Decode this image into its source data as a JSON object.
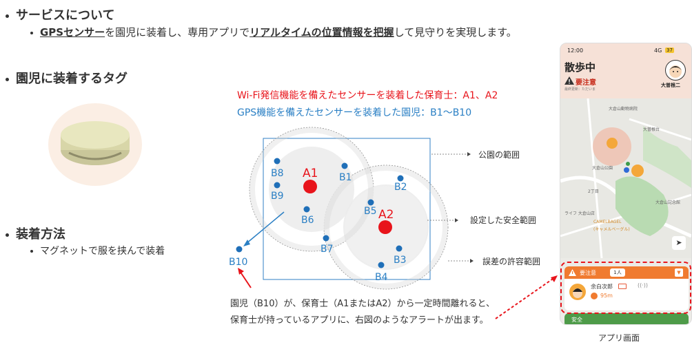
{
  "sections": {
    "service_title": "サービスについて",
    "service_desc": {
      "part1": "GPSセンサー",
      "part2": "を園児に装着し、専用アプリで",
      "part3": "リアルタイムの位置情報を把握",
      "part4": "して見守りを実現します。"
    },
    "tag_title": "園児に装着するタグ",
    "method_title": "装着方法",
    "method_desc": "マグネットで服を挟んで装着"
  },
  "diagram": {
    "legend_red": "Wi-Fi発信機能を備えたセンサーを装着した保育士：A1、A2",
    "legend_blue": "GPS機能を備えたセンサーを装着した園児：B1～B10",
    "callout_park": "公園の範囲",
    "callout_safe": "設定した安全範囲",
    "callout_error": "誤差の許容範囲",
    "teachers": [
      "A1",
      "A2"
    ],
    "children": [
      "B1",
      "B2",
      "B3",
      "B4",
      "B5",
      "B6",
      "B7",
      "B8",
      "B9",
      "B10"
    ],
    "caption_line1": "園児（B10）が、保育士（A1またはA2）から一定時間離れると、",
    "caption_line2": "保育士が持っているアプリに、右図のようなアラートが出ます。",
    "colors": {
      "red": "#e8141b",
      "blue": "#1f6fb8",
      "label_blue": "#2a7fc4"
    }
  },
  "phone": {
    "time": "12:00",
    "network": "4G",
    "battery": "37",
    "screen_title": "散歩中",
    "warn_label": "要注意",
    "warn_sub": "最終更新：ただいま",
    "avatar_name": "大曽根二",
    "map_labels": [
      "大倉山動物病院",
      "大曽根台",
      "大倉山公園",
      "大倉山記念館",
      "ライフ 大倉山店",
      "CAMELBAGEL",
      "(キャメルベーグル)",
      "2丁目"
    ],
    "alert_label": "要注意",
    "alert_count": "1人",
    "child_name": "余白次郎",
    "distance": "95m",
    "safe_label": "安全",
    "caption": "アプリ画面"
  }
}
